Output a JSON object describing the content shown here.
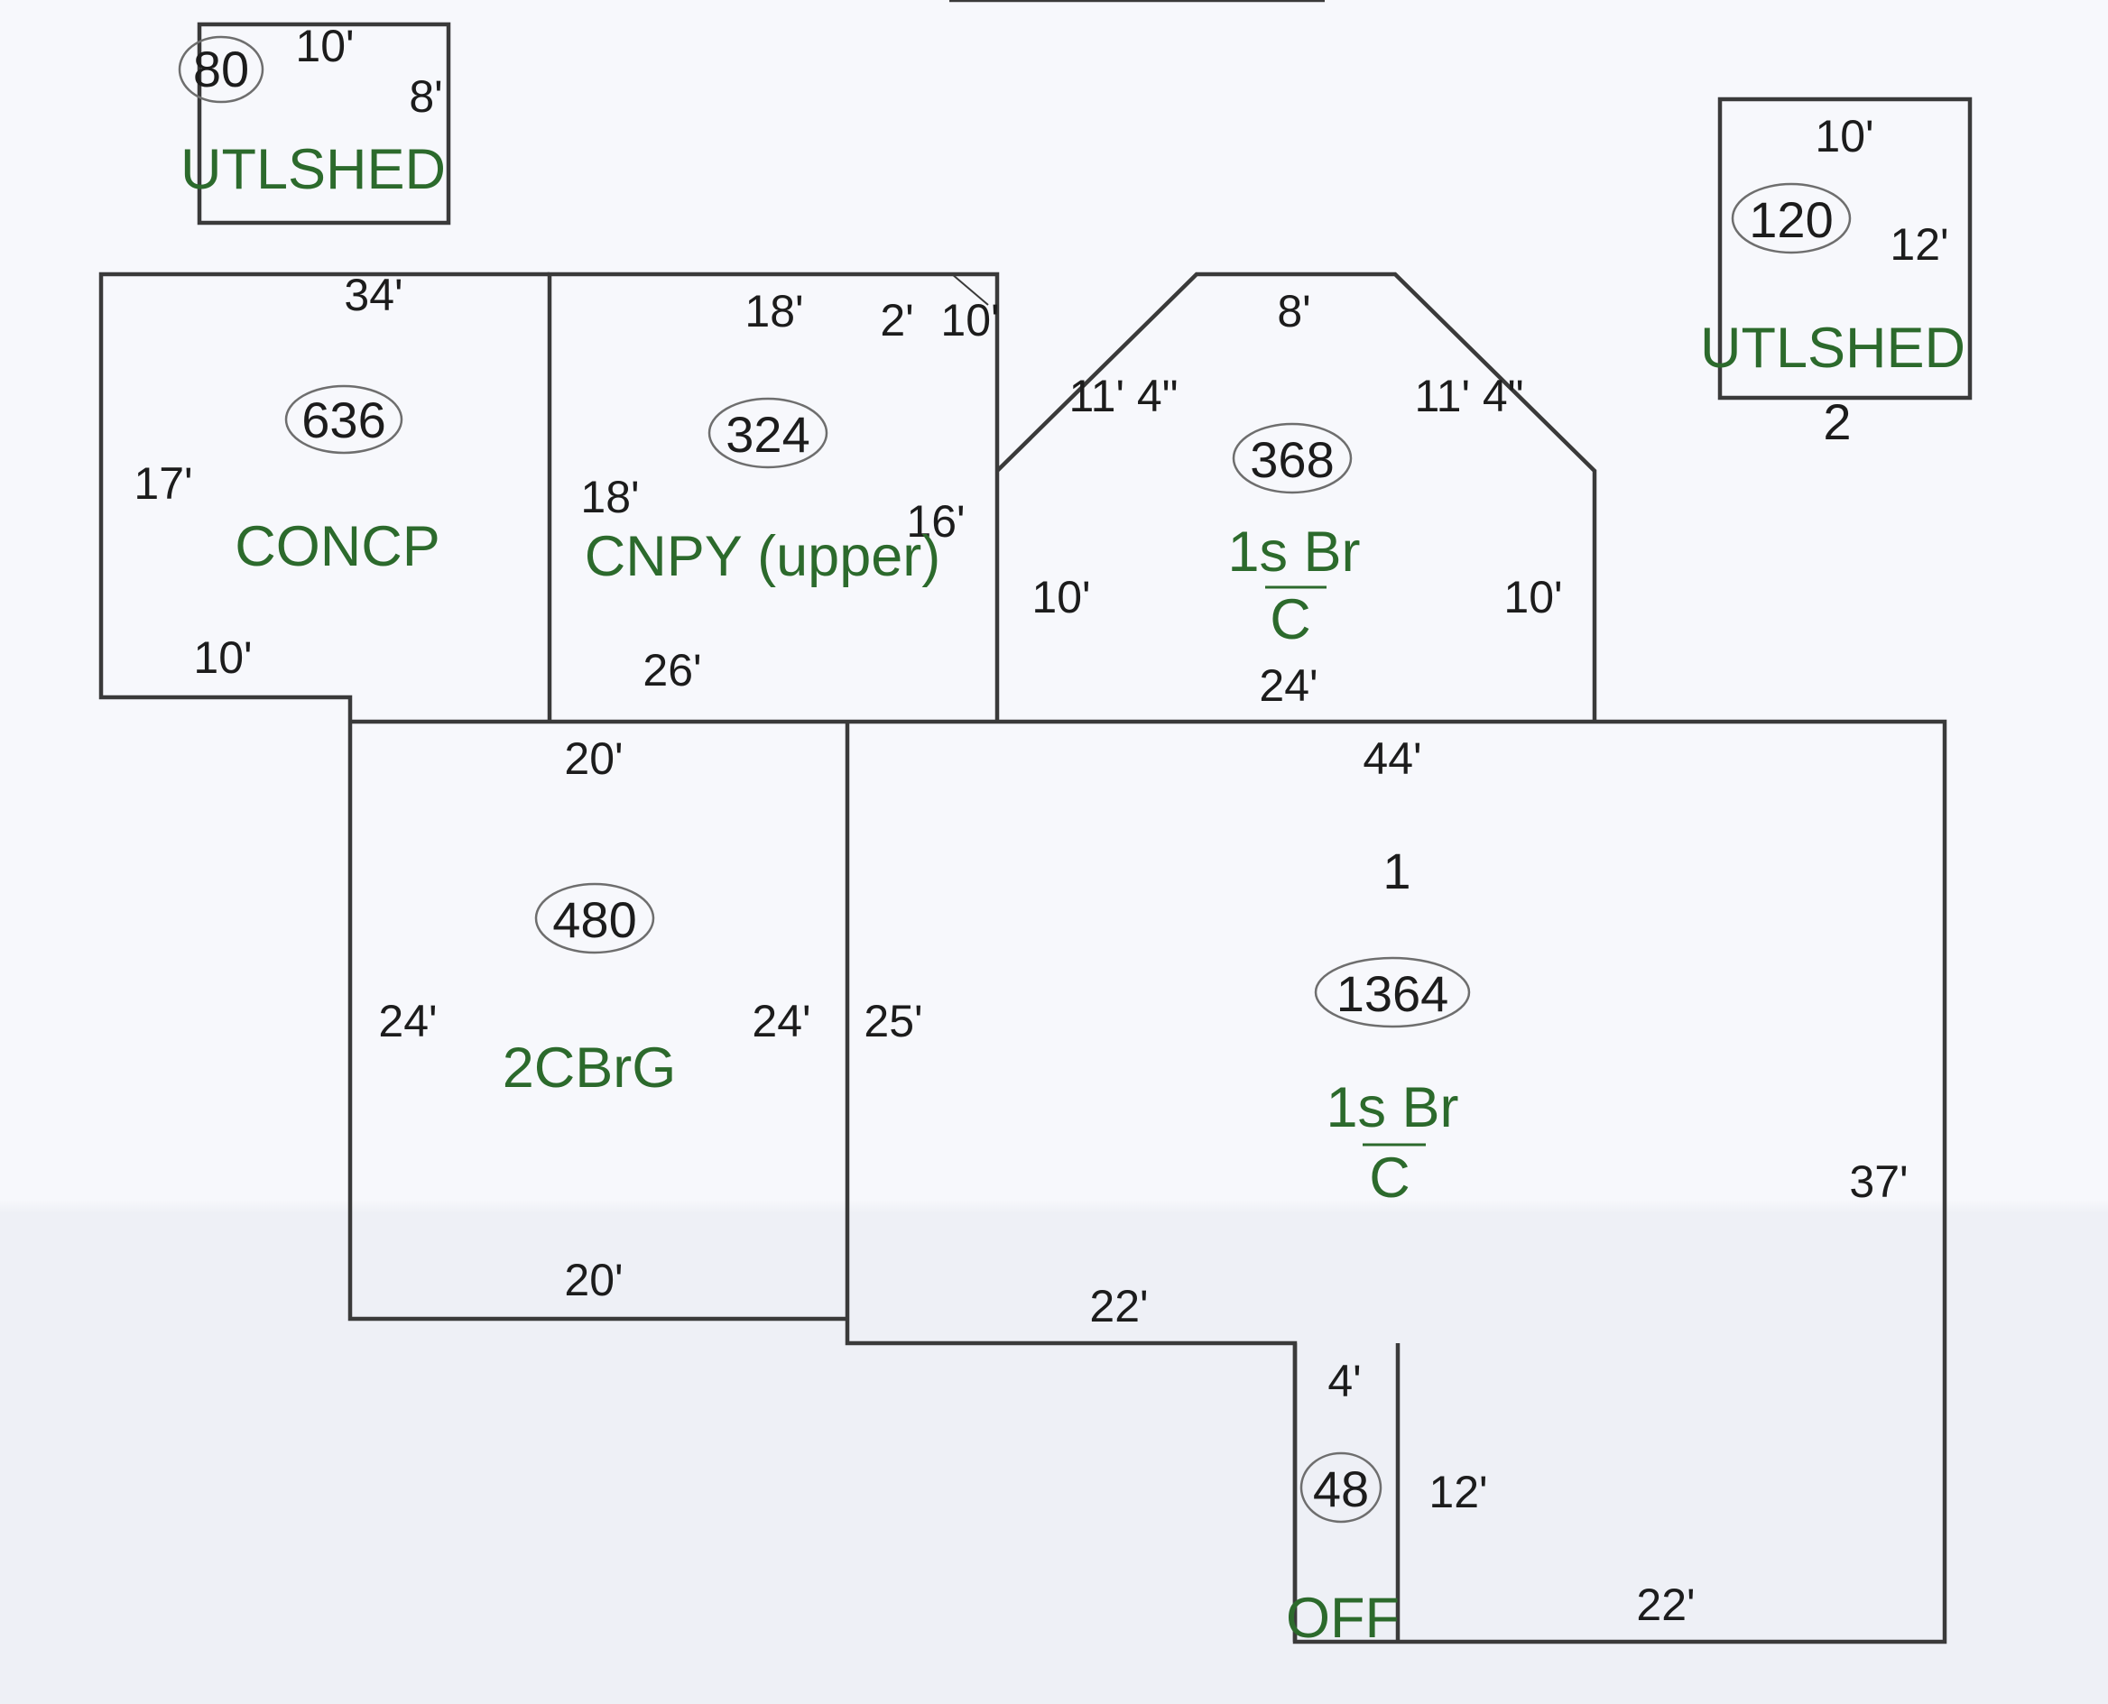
{
  "sketch": {
    "stroke_color": "#3a3a3a",
    "label_color": "#2c6a2c",
    "areas": {
      "utlshed_left": "80",
      "concp": "636",
      "cnpy_upper": "324",
      "br_upper": "368",
      "utlshed_right": "120",
      "garage": "480",
      "main": "1364",
      "off": "48"
    },
    "labels": {
      "utlshed_left": "UTLSHED",
      "concp": "CONCP",
      "cnpy_upper": "CNPY (upper)",
      "br_upper_top": "1s Br",
      "br_upper_bottom": "C",
      "utlshed_right": "UTLSHED",
      "garage": "2CBrG",
      "main_top": "1s Br",
      "main_bottom": "C",
      "off": "OFF"
    },
    "numbers": {
      "utlshed_right_id": "2",
      "main_id": "1"
    },
    "dimensions": {
      "shed_left_top": "10'",
      "shed_left_right": "8'",
      "concp_top": "34'",
      "concp_left": "17'",
      "concp_bottom": "10'",
      "cnpy_top": "18'",
      "cnpy_corner_a": "2'",
      "cnpy_corner_b": "10'",
      "cnpy_left": "18'",
      "cnpy_right": "16'",
      "cnpy_bottom": "26'",
      "br_top": "8'",
      "br_diag_left": "11' 4\"",
      "br_diag_right": "11' 4\"",
      "br_left": "10'",
      "br_right": "10'",
      "br_bottom": "24'",
      "shed_right_top": "10'",
      "shed_right_right": "12'",
      "garage_top": "20'",
      "garage_left": "24'",
      "garage_right": "24'",
      "garage_bottom": "20'",
      "main_top": "44'",
      "main_left": "25'",
      "main_right": "37'",
      "main_bottom_left": "22'",
      "off_top": "4'",
      "off_right": "12'",
      "main_bottom_right": "22'"
    }
  }
}
